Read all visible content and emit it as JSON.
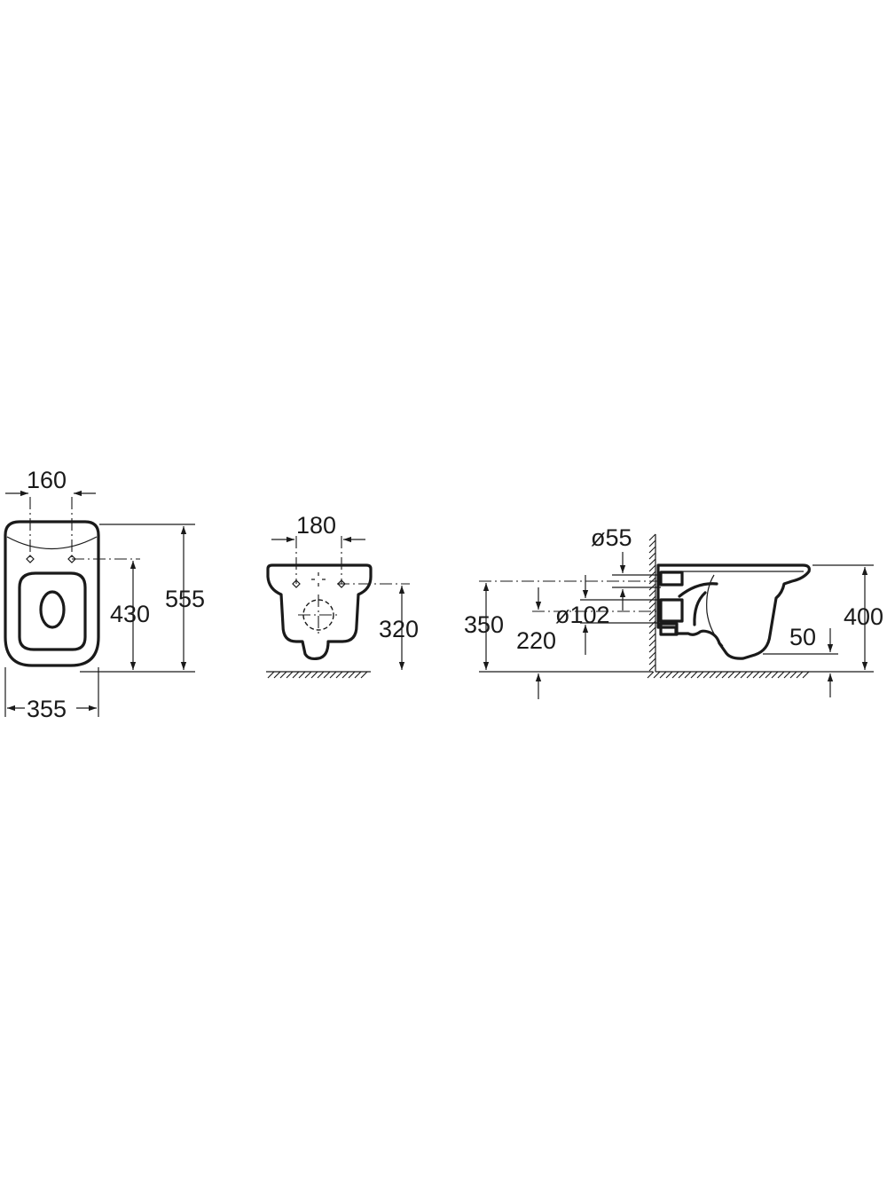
{
  "colors": {
    "ink": "#1a1a1a",
    "background": "#ffffff"
  },
  "views": {
    "top": {
      "dim_width_holes": "160",
      "dim_depth": "555",
      "dim_holes_depth": "430",
      "dim_width": "355"
    },
    "front": {
      "dim_width_holes": "180",
      "dim_height": "320"
    },
    "side": {
      "dim_water_inlet": "ø55",
      "dim_drain": "ø102",
      "dim_inlet_height": "350",
      "dim_drain_height": "220",
      "dim_rim_height": "400",
      "dim_gap": "50"
    }
  }
}
